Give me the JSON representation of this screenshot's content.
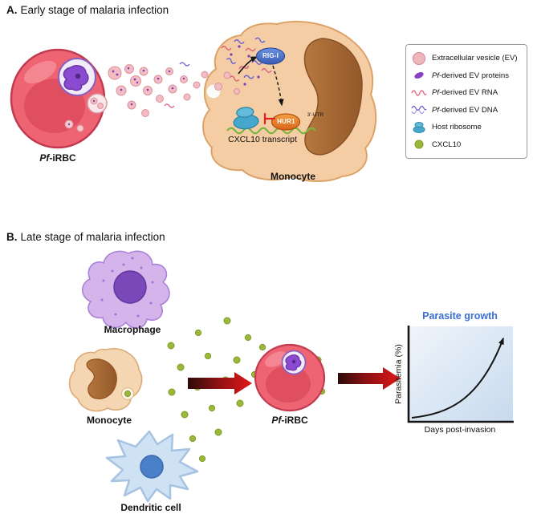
{
  "panel_a": {
    "letter": "A.",
    "title": "Early stage of malaria infection",
    "rbc_label": {
      "italic": "Pf",
      "rest": "-iRBC"
    },
    "monocyte_label": "Monocyte",
    "rig_i_label": "RIG-I",
    "hur1_label": "HUR1",
    "utr_label": "3'-UTR",
    "transcript_label": "CXCL10 transcript",
    "legend": {
      "items": [
        {
          "italic": "",
          "text": "Extracellular vesicle (EV)"
        },
        {
          "italic": "Pf",
          "text": "-derived EV proteins"
        },
        {
          "italic": "Pf",
          "text": "-derived EV RNA"
        },
        {
          "italic": "Pf",
          "text": "-derived EV DNA"
        },
        {
          "italic": "",
          "text": "Host ribosome"
        },
        {
          "italic": "",
          "text": "CXCL10"
        }
      ]
    }
  },
  "panel_b": {
    "letter": "B.",
    "title": "Late stage of malaria infection",
    "macrophage_label": "Macrophage",
    "monocyte_label": "Monocyte",
    "dendritic_label": "Dendritic cell",
    "rbc_label": {
      "italic": "Pf",
      "rest": "-iRBC"
    },
    "chart": {
      "title": "Parasite growth",
      "ylabel": "Parasitemia (%)",
      "xlabel": "Days post-invasion"
    }
  },
  "chart_data": {
    "type": "line",
    "title": "Parasite growth",
    "xlabel": "Days post-invasion",
    "ylabel": "Parasitemia (%)",
    "axes_numeric": false,
    "trend": "exponential increase ending in arrowhead",
    "normalized_curve": {
      "x": [
        0,
        0.25,
        0.5,
        0.75,
        1
      ],
      "y": [
        0.04,
        0.09,
        0.2,
        0.48,
        0.95
      ]
    }
  },
  "colors": {
    "ev_pink": "#f2bcc2",
    "protein_purple": "#8a3fc0",
    "rna_pink": "#e06a85",
    "dna_blue": "#6a5fd0",
    "ribosome_teal": "#45a7cb",
    "cxcl10_green": "#9cb83b",
    "rig_i_blue": "#4a73c8",
    "hur1_orange": "#e8872a",
    "chart_title_blue": "#3a6fd6",
    "arrow_red": "#e21818"
  }
}
